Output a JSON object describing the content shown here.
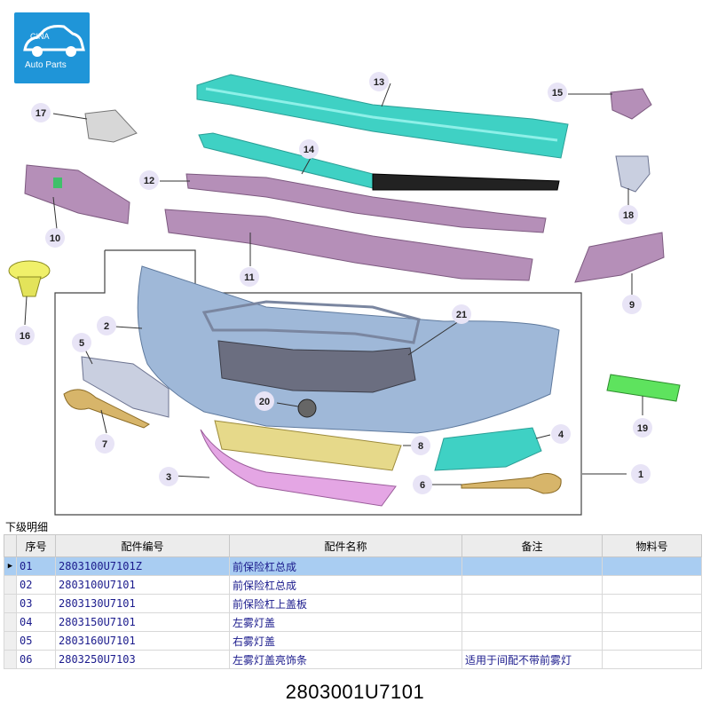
{
  "logo": {
    "line1": "CINA",
    "line2": "Auto Parts",
    "color": "#1f95d8"
  },
  "callouts": [
    "1",
    "2",
    "3",
    "4",
    "5",
    "6",
    "7",
    "8",
    "9",
    "10",
    "11",
    "12",
    "13",
    "14",
    "15",
    "16",
    "17",
    "18",
    "19",
    "20",
    "21"
  ],
  "panel": {
    "title": "下级明细"
  },
  "table": {
    "headers": [
      "序号",
      "配件编号",
      "配件名称",
      "备注",
      "物料号"
    ],
    "rows": [
      {
        "seq": "01",
        "code": "2803100U7101Z",
        "name": "前保险杠总成",
        "note": "",
        "material": "",
        "selected": true
      },
      {
        "seq": "02",
        "code": "2803100U7101",
        "name": "前保险杠总成",
        "note": "",
        "material": ""
      },
      {
        "seq": "03",
        "code": "2803130U7101",
        "name": "前保险杠上盖板",
        "note": "",
        "material": ""
      },
      {
        "seq": "04",
        "code": "2803150U7101",
        "name": "左雾灯盖",
        "note": "",
        "material": ""
      },
      {
        "seq": "05",
        "code": "2803160U7101",
        "name": "右雾灯盖",
        "note": "",
        "material": ""
      },
      {
        "seq": "06",
        "code": "2803250U7103",
        "name": "左雾灯盖亮饰条",
        "note": "适用于间配不带前雾灯",
        "material": ""
      }
    ]
  },
  "part_number": "2803001U7101",
  "colors": {
    "selected_row": "#a9cdf2",
    "beam": "#3fd1c4",
    "purple_parts": "#b58fb8",
    "bumper": "#9fb8d8",
    "grille_fill": "#e6d98a",
    "gold_trim": "#d7b56a"
  }
}
